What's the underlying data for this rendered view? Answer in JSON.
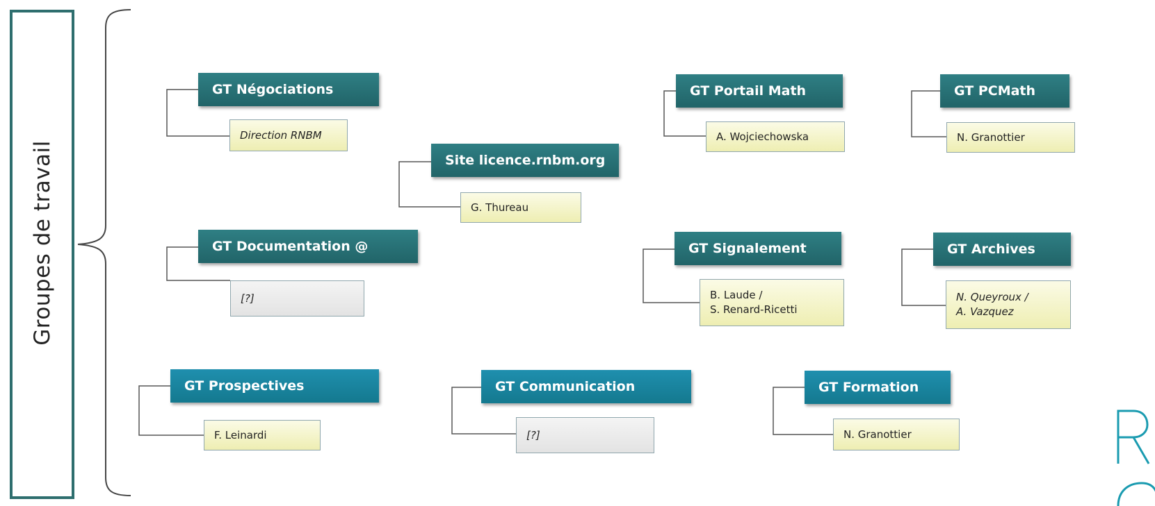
{
  "sidebar": {
    "title": "Groupes de travail"
  },
  "groups": {
    "negociations": {
      "title": "GT Négociations",
      "member": "Direction RNBM"
    },
    "site_licence": {
      "title": "Site licence.rnbm.org",
      "member": "G. Thureau"
    },
    "portail_math": {
      "title": "GT Portail Math",
      "member": "A. Wojciechowska"
    },
    "pcmath": {
      "title": "GT PCMath",
      "member": "N. Granottier"
    },
    "documentation": {
      "title": "GT Documentation @",
      "member": "[?]"
    },
    "signalement": {
      "title": "GT Signalement",
      "member_line1": "B. Laude /",
      "member_line2": "S. Renard-Ricetti"
    },
    "archives": {
      "title": "GT Archives",
      "member_line1": "N. Queyroux /",
      "member_line2": "A. Vazquez"
    },
    "prospectives": {
      "title": "GT Prospectives",
      "member": "F. Leinardi"
    },
    "communication": {
      "title": "GT Communication",
      "member": "[?]"
    },
    "formation": {
      "title": "GT Formation",
      "member": "N. Granottier"
    }
  },
  "colors": {
    "teal_header": "#216468",
    "blue_header": "#14798f",
    "member_yellow": "#eeeeb2",
    "member_grey": "#e3e3e3",
    "frame": "#2e6e6e",
    "logo": "#1a9bb0"
  }
}
